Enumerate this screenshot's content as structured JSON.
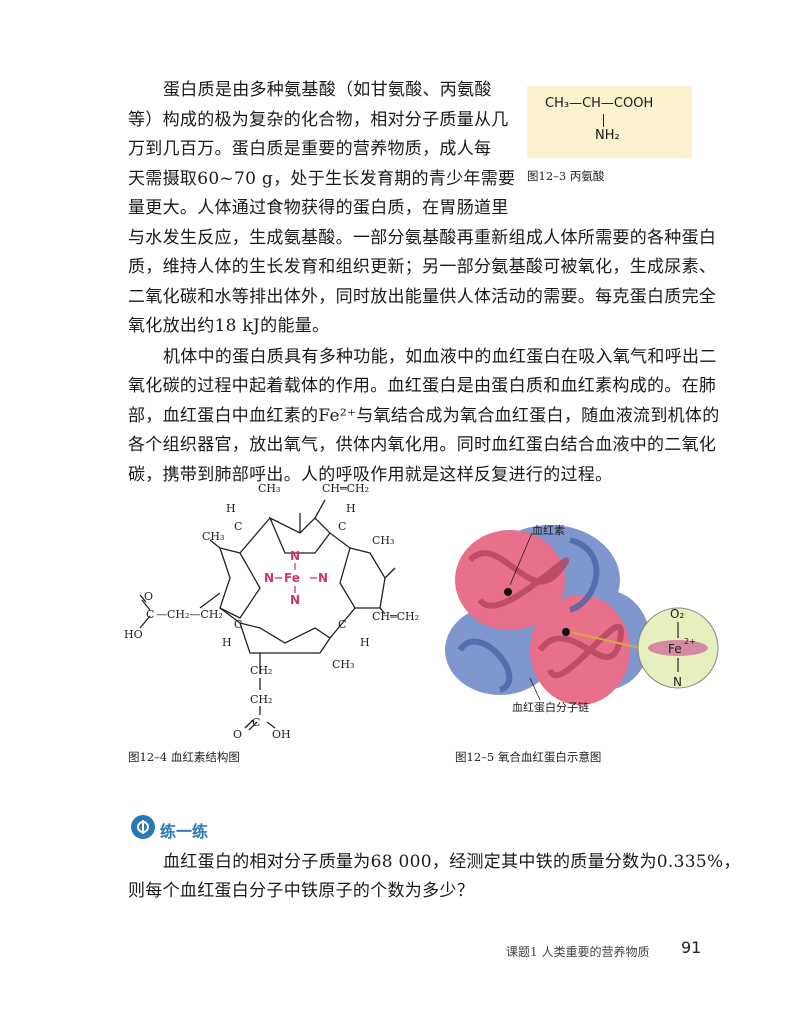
{
  "paragraph1": {
    "lines": [
      "蛋白质是由多种氨基酸（如甘氨酸、丙氨酸",
      "等）构成的极为复杂的化合物，相对分子质量从几",
      "万到几百万。蛋白质是重要的营养物质，成人每",
      "天需摄取60~70 g，处于生长发育期的青少年需要",
      "量更大。人体通过食物获得的蛋白质，在胃肠道里",
      "与水发生反应，生成氨基酸。一部分氨基酸再重新组成人体所需要的各种蛋白",
      "质，维持人体的生长发育和组织更新；另一部分氨基酸可被氧化，生成尿素、",
      "二氧化碳和水等排出体外，同时放出能量供人体活动的需要。每克蛋白质完全",
      "氧化放出约18 kJ的能量。"
    ]
  },
  "paragraph2": {
    "lines": [
      "机体中的蛋白质具有多种功能，如血液中的血红蛋白在吸入氧气和呼出二",
      "氧化碳的过程中起着载体的作用。血红蛋白是由蛋白质和血红素构成的。在肺",
      "部，血红蛋白中血红素的Fe²⁺与氧结合成为氧合血红蛋白，随血液流到机体的",
      "各个组织器官，放出氧气，供体内氧化用。同时血红蛋白结合血液中的二氧化",
      "碳，携带到肺部呼出。人的呼吸作用就是这样反复进行的过程。"
    ]
  },
  "figure_12_3": {
    "formula_main": "CH₃—CH—COOH",
    "formula_sub": "NH₂",
    "caption": "图12–3  丙氨酸"
  },
  "figure_12_4": {
    "caption": "图12–4  血红素结构图",
    "labels": {
      "ch3_top": "CH₃",
      "vinyl_top": "CH═CH₂",
      "h_top_left": "H",
      "h_top_right": "H",
      "c_top_left": "C",
      "c_top_right": "C",
      "ch3_left": "CH₃",
      "ch3_right": "CH₃",
      "n_top": "N",
      "n_left": "N",
      "fe": "Fe",
      "n_right": "N",
      "n_bottom": "N",
      "o_left": "O",
      "c_acid_left": "C",
      "ch2_chain_left": "—CH₂—CH₂",
      "ho_left": "HO",
      "vinyl_right": "CH═CH₂",
      "c_bottom_left": "C",
      "c_bottom_right": "C",
      "h_bottom_left": "H",
      "h_bottom_right": "H",
      "ch3_bottom": "CH₃",
      "ch2_b1": "CH₂",
      "ch2_b2": "CH₂",
      "c_acid_bottom": "C",
      "o_bottom": "O",
      "oh_bottom": "OH"
    }
  },
  "figure_12_5": {
    "caption": "图12–5  氧合血红蛋白示意图",
    "label_heme": "血红素",
    "label_chain": "血红蛋白分子链",
    "inset_o2": "O₂",
    "inset_fe": "Fe",
    "inset_fe_charge": "2+",
    "inset_n": "N"
  },
  "exercise": {
    "title": "练一练",
    "lines": [
      "血红蛋白的相对分子质量为68 000，经测定其中铁的质量分数为0.335%，",
      "则每个血红蛋白分子中铁原子的个数为多少？"
    ]
  },
  "footer": {
    "chapter": "课题1  人类重要的营养物质",
    "page_number": "91"
  },
  "colors": {
    "figure_bg": "#fbf1cf",
    "nitrogen_iron": "#d6336c",
    "exercise_blue": "#2a78b8",
    "protein_pink": "#e8708a",
    "protein_blue": "#7f96cf",
    "inset_fill": "#e6efbe"
  }
}
